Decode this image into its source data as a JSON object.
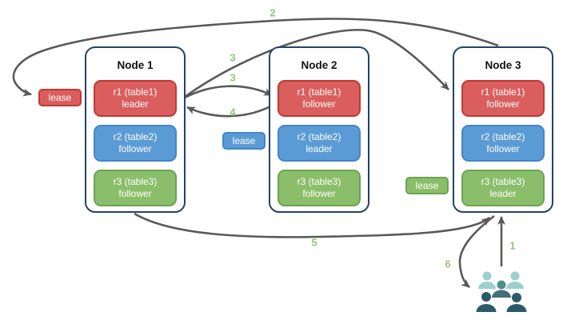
{
  "diagram": {
    "nodes": [
      {
        "title": "Node 1",
        "replicas": [
          {
            "name": "r1 (table1)",
            "role": "leader",
            "color": "#DB5E5E"
          },
          {
            "name": "r2 (table2)",
            "role": "follower",
            "color": "#5B9BD5"
          },
          {
            "name": "r3 (table3)",
            "role": "follower",
            "color": "#8BBE6A"
          }
        ]
      },
      {
        "title": "Node 2",
        "replicas": [
          {
            "name": "r1 (table1)",
            "role": "follower",
            "color": "#DB5E5E"
          },
          {
            "name": "r2 (table2)",
            "role": "leader",
            "color": "#5B9BD5"
          },
          {
            "name": "r3 (table3)",
            "role": "follower",
            "color": "#8BBE6A"
          }
        ]
      },
      {
        "title": "Node 3",
        "replicas": [
          {
            "name": "r1 (table1)",
            "role": "follower",
            "color": "#DB5E5E"
          },
          {
            "name": "r2 (table2)",
            "role": "follower",
            "color": "#5B9BD5"
          },
          {
            "name": "r3 (table3)",
            "role": "leader",
            "color": "#8BBE6A"
          }
        ]
      }
    ],
    "lease_labels": [
      {
        "text": "lease",
        "color": "#DB5E5E"
      },
      {
        "text": "lease",
        "color": "#5B9BD5"
      },
      {
        "text": "lease",
        "color": "#8BBE6A"
      }
    ],
    "steps": {
      "s1": "1",
      "s2": "2",
      "s3a": "3",
      "s3b": "3",
      "s4": "4",
      "s5": "5",
      "s6": "6"
    },
    "icons": {
      "clients": "people-group-icon"
    },
    "colors": {
      "node_border": "#24426B",
      "arrow": "#595959",
      "step_label": "#93C47D",
      "people_light": "#9CCFCE",
      "people_mid": "#4D8F8F",
      "people_mid_dark": "#426F7C",
      "people_dark": "#2C5A6A"
    }
  }
}
